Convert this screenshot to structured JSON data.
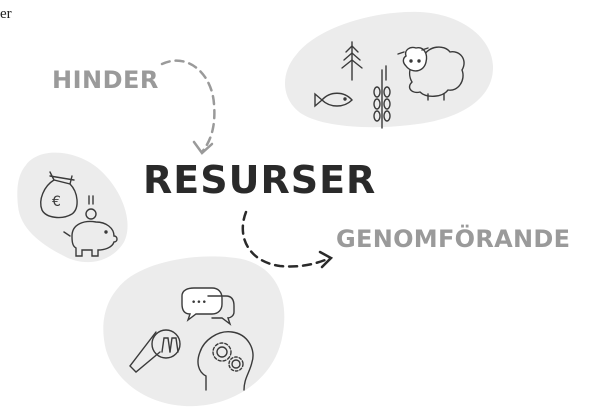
{
  "corner_text": "er",
  "labels": {
    "hinder": "HINDER",
    "resurser": "RESURSER",
    "genomforande": "GENOMFÖRANDE"
  },
  "icons": {
    "nature": [
      "tree-icon",
      "fish-icon",
      "wheat-icon",
      "sheep-icon"
    ],
    "money": [
      "money-bag-euro-icon",
      "coin-icon",
      "piggy-bank-icon"
    ],
    "knowledge": [
      "speech-bubbles-icon",
      "magnifier-icon",
      "head-gears-icon"
    ]
  },
  "money_symbol": "€",
  "chat_dots": "•••",
  "colors": {
    "blob": "#ececec",
    "line": "#3a3a3a",
    "label_light": "#9a9a9a",
    "label_dark": "#2a2a2a",
    "arrow_light": "#9a9a9a",
    "arrow_dark": "#2a2a2a"
  }
}
